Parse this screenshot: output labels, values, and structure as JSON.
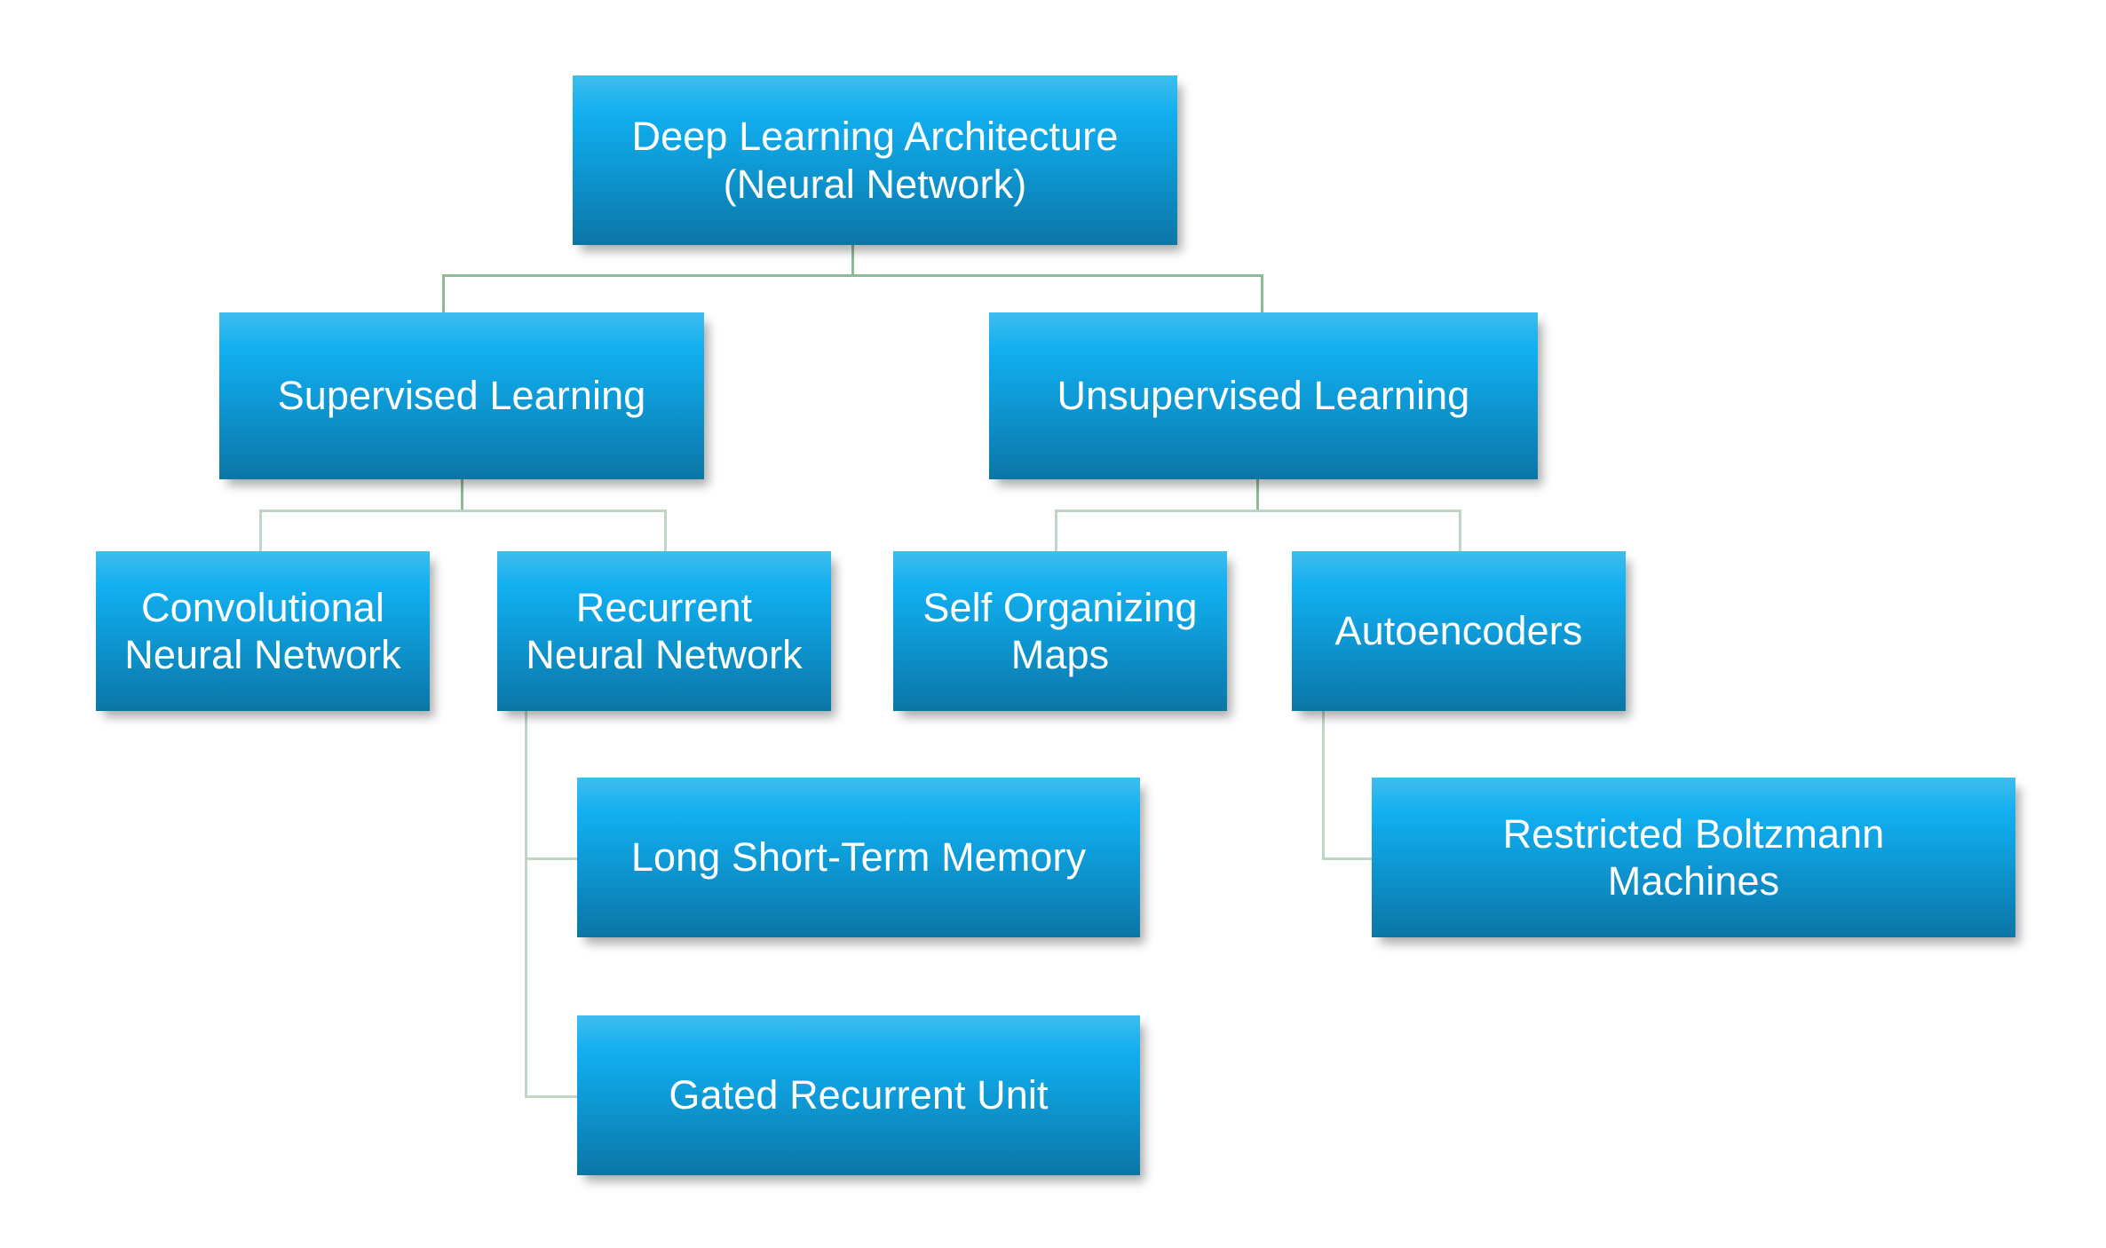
{
  "diagram": {
    "title_text": "Deep Learning Architecture (Neural Network)",
    "background_color": "#FFFFFF",
    "node_gradient_top": "#3FBDEE",
    "node_gradient_bottom": "#0B76A6",
    "node_text_color": "#FFFFFF",
    "connector_color": "#8CBB97",
    "connector_color_pale": "#BFD6C4",
    "nodes": {
      "root": {
        "label": "Deep Learning Architecture\n(Neural Network)",
        "level": "0"
      },
      "supervised": {
        "label": "Supervised Learning",
        "level": "1"
      },
      "unsupervised": {
        "label": "Unsupervised Learning",
        "level": "1"
      },
      "cnn": {
        "label": "Convolutional\nNeural Network",
        "level": "2"
      },
      "rnn": {
        "label": "Recurrent\nNeural Network",
        "level": "2"
      },
      "som": {
        "label": "Self Organizing\nMaps",
        "level": "2"
      },
      "autoencoders": {
        "label": "Autoencoders",
        "level": "2"
      },
      "lstm": {
        "label": "Long Short-Term Memory",
        "level": "3"
      },
      "gru": {
        "label": "Gated Recurrent Unit",
        "level": "3"
      },
      "rbm": {
        "label": "Restricted Boltzmann\nMachines",
        "level": "3"
      }
    },
    "edges": [
      {
        "from": "root",
        "to": "supervised"
      },
      {
        "from": "root",
        "to": "unsupervised"
      },
      {
        "from": "supervised",
        "to": "cnn"
      },
      {
        "from": "supervised",
        "to": "rnn"
      },
      {
        "from": "unsupervised",
        "to": "som"
      },
      {
        "from": "unsupervised",
        "to": "autoencoders"
      },
      {
        "from": "rnn",
        "to": "lstm"
      },
      {
        "from": "rnn",
        "to": "gru"
      },
      {
        "from": "autoencoders",
        "to": "rbm"
      }
    ]
  }
}
